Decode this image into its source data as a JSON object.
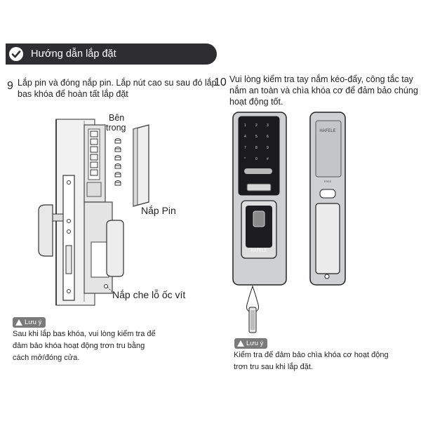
{
  "header": {
    "title": "Hướng dẫn lắp đặt"
  },
  "step9": {
    "number": "9",
    "line1": "Lắp pin và đóng nắp pin. Lắp nút cao su sau đó lắp",
    "line2": "bas khóa để hoàn tất lắp đặt",
    "label_inside_1": "Bên",
    "label_inside_2": "trong",
    "label_battery_cover": "Nắp Pin",
    "label_screw_cover": "Nắp che lỗ ốc vít",
    "note": {
      "badge": "Lưu ý",
      "line1": "Sau khi lắp bas khóa, vui lòng kiểm tra để",
      "line2": "đảm bảo khóa hoạt động trơn tru bằng",
      "line3": "cách mở/đóng cửa."
    }
  },
  "step10": {
    "number": "10",
    "line1": "Vui lòng kiểm tra tay nắm kéo-đẩy, công tắc tay",
    "line2": "nắm an toàn và chìa khóa cơ để đảm bảo chúng",
    "line3": "hoạt động tốt.",
    "brand": "HAFELE",
    "note": {
      "badge": "Lưu ý",
      "line1": "Kiểm tra để đảm bảo chìa khóa cơ hoạt động",
      "line2": "trơn tru sau khi lắp đặt."
    }
  },
  "colors": {
    "banner": "#2e2e31",
    "badge": "#7a7a7a",
    "lock_body": "#cfd0d2",
    "keypad": "#1b1b1d"
  }
}
